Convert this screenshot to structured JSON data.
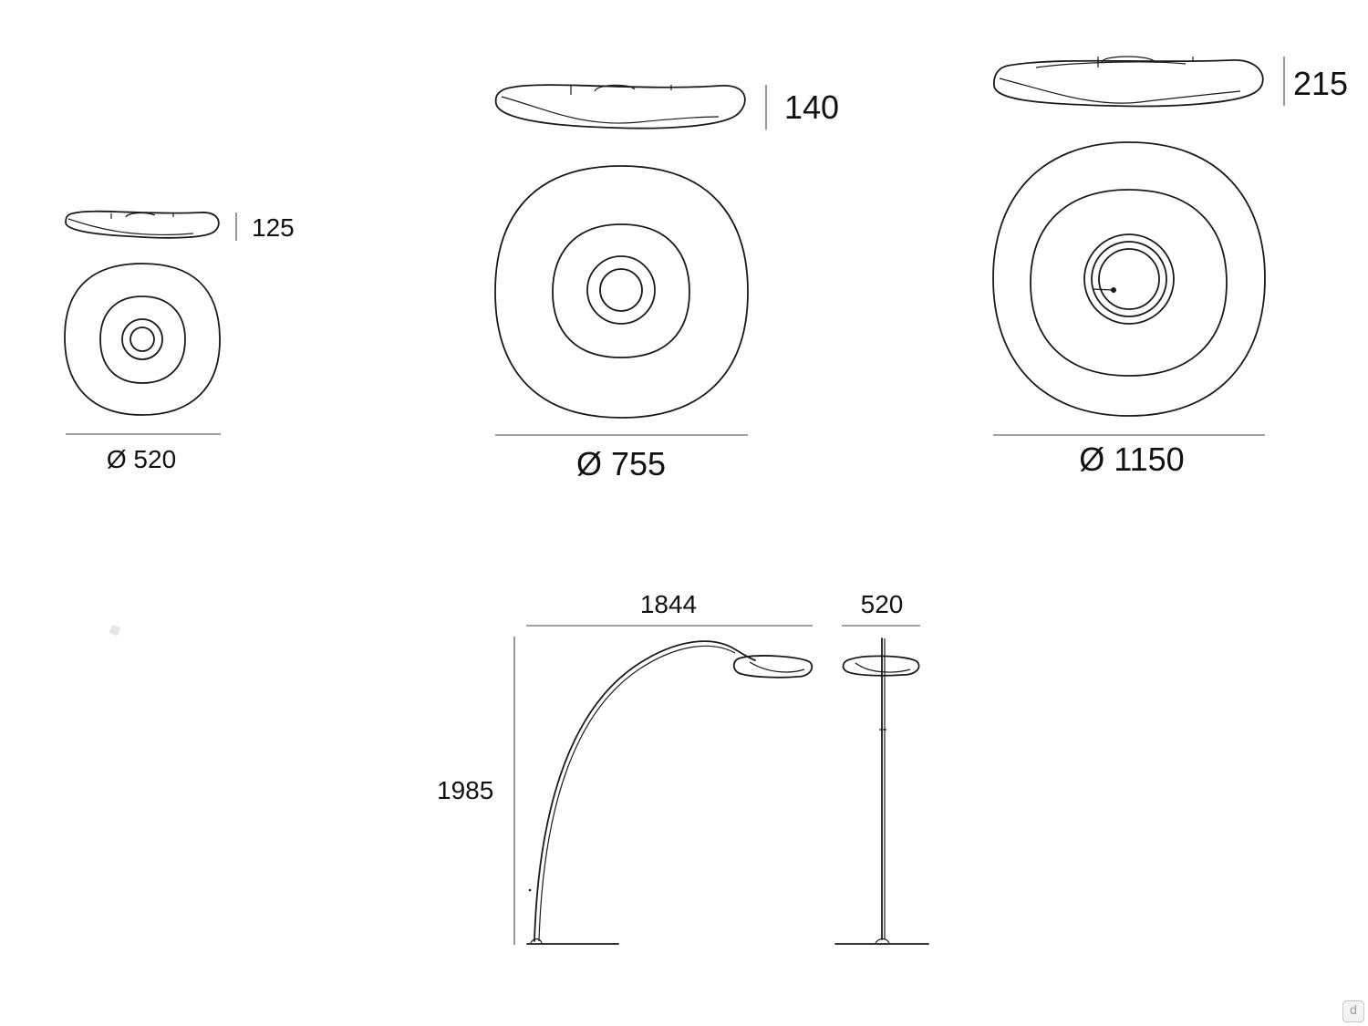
{
  "ceiling_small": {
    "height": "125",
    "diameter": "Ø 520"
  },
  "ceiling_medium": {
    "height": "140",
    "diameter": "Ø 755"
  },
  "ceiling_large": {
    "height": "215",
    "diameter": "Ø 1150"
  },
  "floor_lamp": {
    "reach": "1844",
    "total_height": "1985",
    "head_width": "520"
  },
  "watermark": {
    "glyph": "d"
  },
  "colors": {
    "line": "#1a1a1a",
    "background": "#ffffff"
  }
}
